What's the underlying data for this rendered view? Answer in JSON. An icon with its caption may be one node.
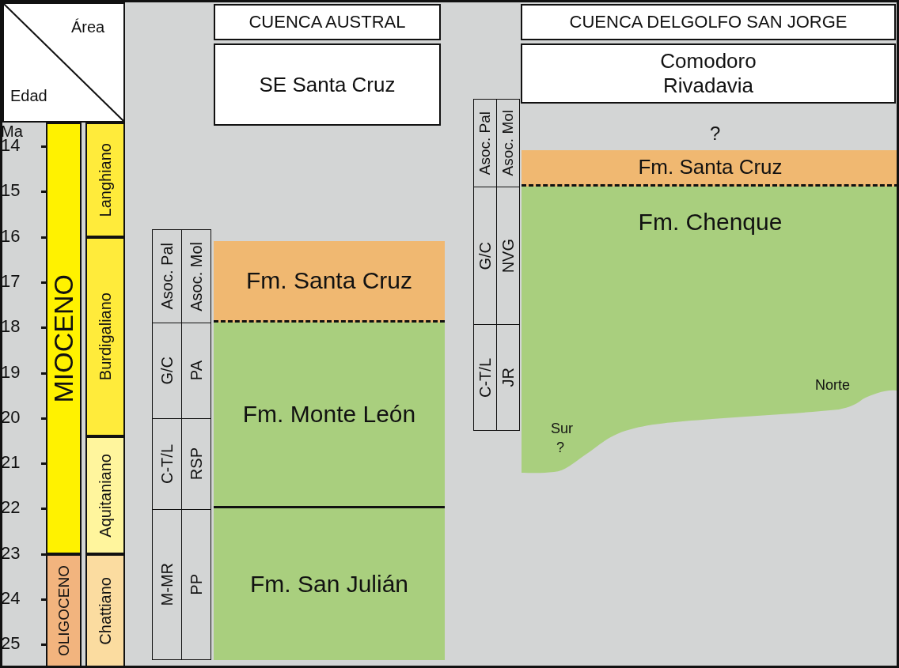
{
  "diagram": {
    "nodes": [
      {
        "text": [
          "Área",
          "Edad"
        ]
      },
      {
        "text": [
          "MIOCENO"
        ]
      },
      {
        "text": [
          "OLIGOCENO"
        ]
      },
      {
        "text": [
          "Langhiano"
        ]
      },
      {
        "text": [
          "Burdigaliano"
        ]
      },
      {
        "text": [
          "Aquitaniano"
        ]
      },
      {
        "text": [
          "Chattiano"
        ]
      },
      {
        "text": [
          "CUENCA AUSTRAL"
        ]
      },
      {
        "text": [
          "SE Santa Cruz"
        ]
      },
      {
        "text": [
          "CUENCA DELGOLFO SAN JORGE"
        ]
      },
      {
        "text": [
          "Comodoro Rivadavia"
        ]
      },
      {
        "text": [
          "Asoc. Pal"
        ]
      },
      {
        "text": [
          "Asoc. Mol"
        ]
      },
      {
        "text": [
          "G/C"
        ]
      },
      {
        "text": [
          "PA"
        ]
      },
      {
        "text": [
          "C-T/L"
        ]
      },
      {
        "text": [
          "RSP"
        ]
      },
      {
        "text": [
          "M-MR"
        ]
      },
      {
        "text": [
          "PP"
        ]
      },
      {
        "text": [
          "Fm. Santa Cruz"
        ]
      },
      {
        "text": [
          "Fm. Monte León"
        ]
      },
      {
        "text": [
          "Fm. San Julián"
        ]
      },
      {
        "text": [
          "Asoc. Pal"
        ]
      },
      {
        "text": [
          "Asoc. Mol"
        ]
      },
      {
        "text": [
          "G/C"
        ]
      },
      {
        "text": [
          "NVG"
        ]
      },
      {
        "text": [
          "C-T/L"
        ]
      },
      {
        "text": [
          "JR"
        ]
      },
      {
        "text": [
          "Fm. Santa Cruz"
        ]
      },
      {
        "text": [
          "Fm. Chenque"
        ]
      }
    ],
    "labels": [
      "Ma",
      "14",
      "15",
      "16",
      "17",
      "18",
      "19",
      "20",
      "21",
      "22",
      "23",
      "24",
      "25",
      "?",
      "Sur",
      "?",
      "Norte"
    ]
  }
}
